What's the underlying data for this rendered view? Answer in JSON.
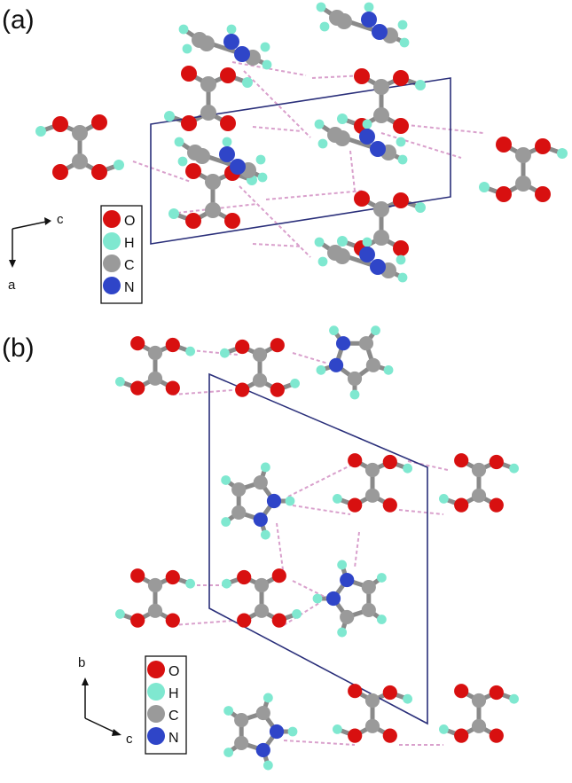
{
  "panels": [
    {
      "label": "(a)",
      "axes": {
        "horizontal": "c",
        "vertical": "a"
      }
    },
    {
      "label": "(b)",
      "axes": {
        "vertical": "b",
        "horizontal": "c"
      }
    }
  ],
  "legend": [
    {
      "symbol": "O",
      "color": "#d81010"
    },
    {
      "symbol": "H",
      "color": "#7fe8d0"
    },
    {
      "symbol": "C",
      "color": "#9a9a9a"
    },
    {
      "symbol": "N",
      "color": "#2f45c8"
    }
  ],
  "colors": {
    "hbond": "#d9a0cc",
    "cell": "#2a2f7a",
    "bond": "#8a8a8a"
  }
}
